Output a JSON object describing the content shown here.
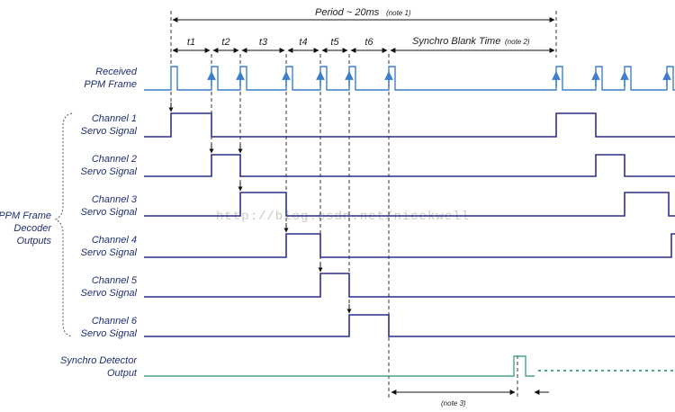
{
  "period_label": "Period ~ 20ms",
  "note1": "(note 1)",
  "intervals": [
    "t1",
    "t2",
    "t3",
    "t4",
    "t5",
    "t6"
  ],
  "blank_label": "Synchro Blank Time",
  "note2": "(note 2)",
  "note3": "(note 3)",
  "ppm_label": [
    "Received",
    "PPM Frame"
  ],
  "channels": [
    {
      "line1": "Channel 1",
      "line2": "Servo Signal"
    },
    {
      "line1": "Channel 2",
      "line2": "Servo Signal"
    },
    {
      "line1": "Channel 3",
      "line2": "Servo Signal"
    },
    {
      "line1": "Channel 4",
      "line2": "Servo Signal"
    },
    {
      "line1": "Channel 5",
      "line2": "Servo Signal"
    },
    {
      "line1": "Channel 6",
      "line2": "Servo Signal"
    }
  ],
  "group_label": [
    "PPM Frame",
    "Decoder",
    "Outputs"
  ],
  "sync_label": [
    "Synchro Detector",
    "Output"
  ],
  "watermark": "http://blog.csdn.net/nicekwell",
  "colors": {
    "ppm": "#3d7fc9",
    "servo": "#2b2f8c",
    "sync": "#4aa38b",
    "label": "#1f2f6f"
  }
}
